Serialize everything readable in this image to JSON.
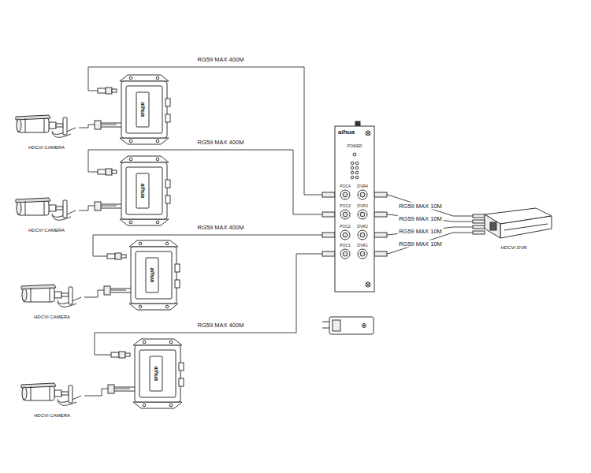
{
  "diagram": {
    "nodes": [
      {
        "text": [
          "HDCVI CAMERA"
        ]
      },
      {
        "text": [
          "HDCVI CAMERA"
        ]
      },
      {
        "text": [
          "HDCVI CAMERA"
        ]
      },
      {
        "text": [
          "HDCVI CAMERA"
        ]
      },
      {
        "text": [
          "alhua"
        ]
      },
      {
        "text": [
          "alhua"
        ]
      },
      {
        "text": [
          "alhua"
        ]
      },
      {
        "text": [
          "alhua"
        ]
      },
      {
        "text": [
          "alhua"
        ]
      },
      {
        "text": [
          "HDCVI DVR"
        ]
      }
    ],
    "edges": [
      {
        "from": 0,
        "to": 4,
        "arrow": "none"
      },
      {
        "from": 1,
        "to": 5,
        "arrow": "none"
      },
      {
        "from": 2,
        "to": 6,
        "arrow": "none"
      },
      {
        "from": 3,
        "to": 7,
        "arrow": "none"
      },
      {
        "from": 4,
        "to": 8,
        "label": "RG59 MAX 400M",
        "arrow": "none"
      },
      {
        "from": 5,
        "to": 8,
        "label": "RG59 MAX 400M",
        "arrow": "none"
      },
      {
        "from": 6,
        "to": 8,
        "label": "RG59 MAX 400M",
        "arrow": "none"
      },
      {
        "from": 7,
        "to": 8,
        "label": "RG59 MAX 400M",
        "arrow": "none"
      },
      {
        "from": 8,
        "to": 9,
        "label": "RG59 MAX 10M",
        "arrow": "none"
      },
      {
        "from": 8,
        "to": 9,
        "label": "RG59 MAX 10M",
        "arrow": "none"
      },
      {
        "from": 8,
        "to": 9,
        "label": "RG59 MAX 10M",
        "arrow": "none"
      },
      {
        "from": 8,
        "to": 9,
        "label": "RG59 MAX 10M",
        "arrow": "none"
      }
    ],
    "labels": [
      "POWER",
      "POC4",
      "DVR4",
      "POC3",
      "DVR3",
      "POC2",
      "DVR2",
      "POC1",
      "DVR1"
    ]
  }
}
